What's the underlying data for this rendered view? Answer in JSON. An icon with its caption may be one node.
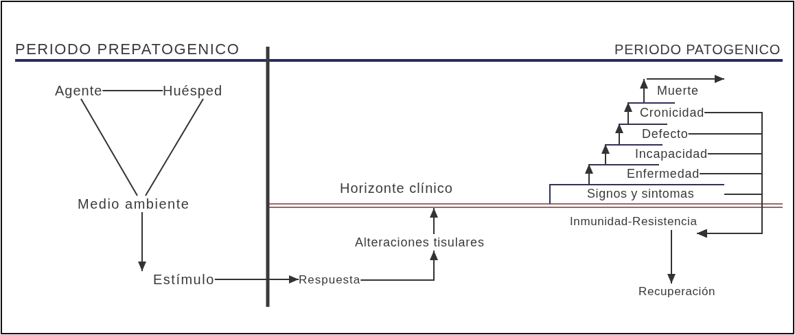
{
  "diagram": {
    "nodes": [
      {
        "text": [
          "Agente"
        ]
      },
      {
        "text": [
          "Huésped"
        ]
      },
      {
        "text": [
          "Medio ambiente"
        ]
      },
      {
        "text": [
          "Estímulo"
        ]
      },
      {
        "text": [
          "Respuesta"
        ]
      },
      {
        "text": [
          "Alteraciones tisulares"
        ]
      },
      {
        "text": [
          "Signos y sintomas"
        ]
      },
      {
        "text": [
          "Enfermedad"
        ]
      },
      {
        "text": [
          "Incapacidad"
        ]
      },
      {
        "text": [
          "Defecto"
        ]
      },
      {
        "text": [
          "Cronicidad"
        ]
      },
      {
        "text": [
          "Muerte"
        ]
      },
      {
        "text": [
          "Inmunidad-Resistencia"
        ]
      },
      {
        "text": [
          "Recuperación"
        ]
      }
    ],
    "edges": [
      {
        "from": 0,
        "to": 1,
        "arrow": "none"
      },
      {
        "from": 0,
        "to": 2,
        "arrow": "none"
      },
      {
        "from": 1,
        "to": 2,
        "arrow": "none"
      },
      {
        "from": 2,
        "to": 3,
        "arrow": "to"
      },
      {
        "from": 3,
        "to": 4,
        "arrow": "to"
      },
      {
        "from": 4,
        "to": 5,
        "arrow": "to"
      },
      {
        "from": 5,
        "to": null,
        "arrow": "to"
      },
      {
        "from": 6,
        "to": 7,
        "arrow": "to"
      },
      {
        "from": 7,
        "to": 8,
        "arrow": "to"
      },
      {
        "from": 8,
        "to": 9,
        "arrow": "to"
      },
      {
        "from": 9,
        "to": 10,
        "arrow": "to"
      },
      {
        "from": 10,
        "to": 11,
        "arrow": "to"
      },
      {
        "from": 11,
        "to": null,
        "arrow": "to"
      },
      {
        "from": 10,
        "to": 12,
        "arrow": "to"
      },
      {
        "from": 9,
        "to": 12,
        "arrow": "to"
      },
      {
        "from": 8,
        "to": 12,
        "arrow": "to"
      },
      {
        "from": 7,
        "to": 12,
        "arrow": "to"
      },
      {
        "from": 6,
        "to": 12,
        "arrow": "to"
      },
      {
        "from": 12,
        "to": 13,
        "arrow": "to"
      }
    ],
    "labels": [
      "PERIODO PREPATOGENICO",
      "PERIODO PATOGENICO",
      "Horizonte clínico"
    ]
  }
}
